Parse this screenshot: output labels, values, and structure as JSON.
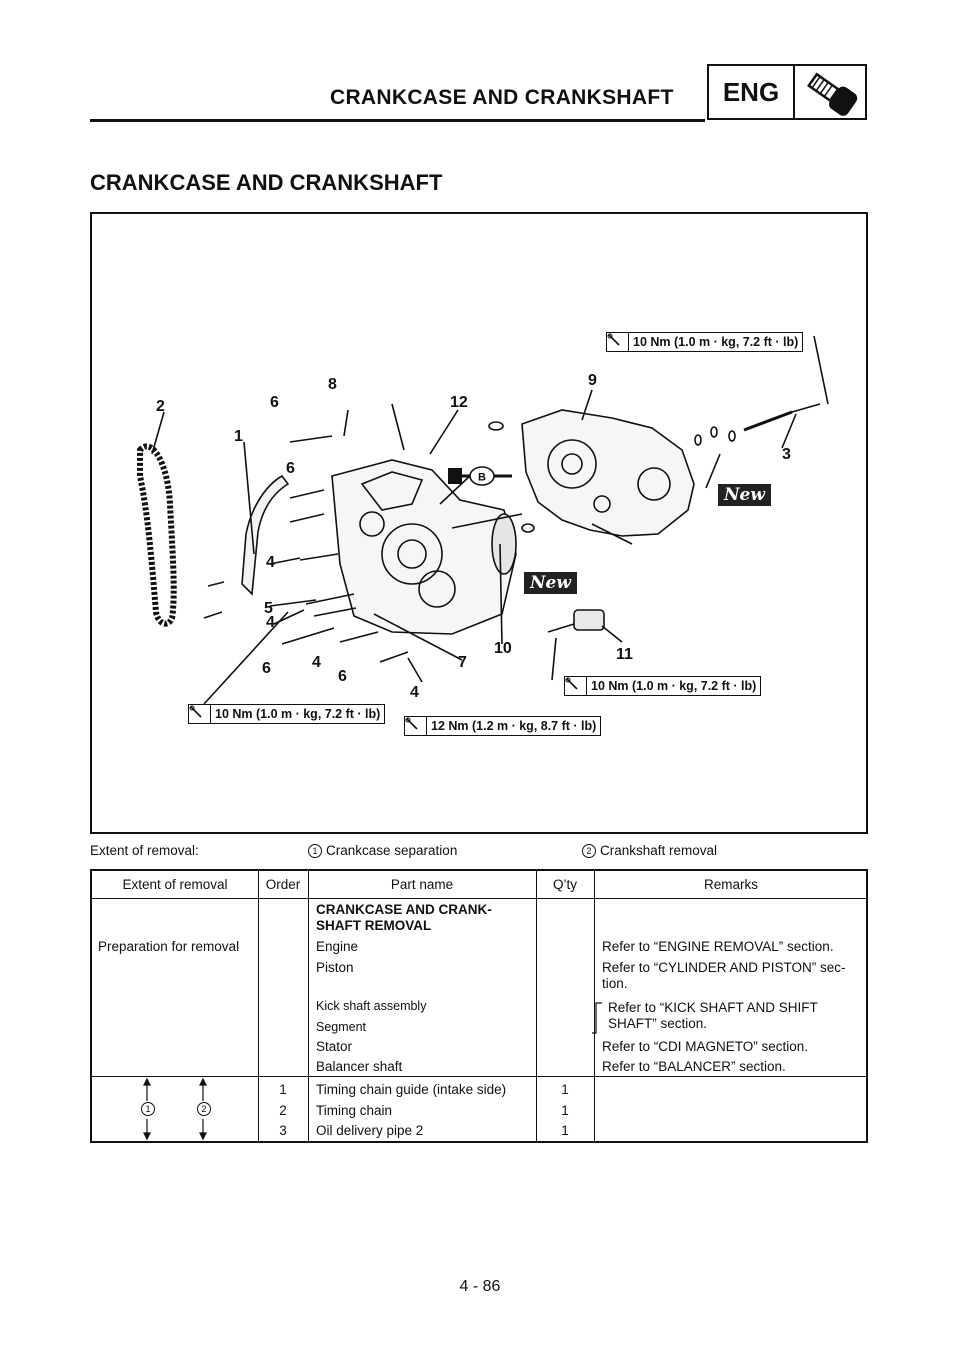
{
  "header": {
    "title": "CRANKCASE AND CRANKSHAFT",
    "eng_label": "ENG",
    "icon": "engine-wrench-icon"
  },
  "section_title": "CRANKCASE AND CRANKSHAFT",
  "figure": {
    "callouts": [
      "1",
      "2",
      "3",
      "4",
      "4",
      "4",
      "4",
      "5",
      "6",
      "6",
      "6",
      "6",
      "7",
      "8",
      "9",
      "10",
      "11",
      "12"
    ],
    "torque_specs": [
      "10 Nm (1.0 m · kg, 7.2 ft · lb)",
      "10 Nm (1.0 m · kg, 7.2 ft · lb)",
      "10 Nm (1.0 m · kg, 7.2 ft · lb)",
      "12 Nm (1.2 m · kg, 8.7 ft · lb)"
    ],
    "new_label": "New",
    "b_label": "B"
  },
  "extent": {
    "label": "Extent of removal:",
    "item1_num": "1",
    "item1": "Crankcase separation",
    "item2_num": "2",
    "item2": "Crankshaft removal"
  },
  "table": {
    "headers": [
      "Extent of removal",
      "Order",
      "Part name",
      "Q’ty",
      "Remarks"
    ],
    "section_heading_1": "CRANKCASE AND CRANK-",
    "section_heading_2": "SHAFT REMOVAL",
    "prep_label": "Preparation for removal",
    "prep_rows": [
      {
        "part": "Engine",
        "remark": "Refer to “ENGINE REMOVAL” section."
      },
      {
        "part": "Piston",
        "remark": "Refer to “CYLINDER AND PISTON” sec-",
        "remark2": "tion."
      },
      {
        "part": "Kick shaft assembly",
        "remark": "Refer to “KICK SHAFT AND SHIFT",
        "remark2": "SHAFT” section."
      },
      {
        "part": "Segment"
      },
      {
        "part": "Stator",
        "remark": "Refer to “CDI MAGNETO” section."
      },
      {
        "part": "Balancer shaft",
        "remark": "Refer to “BALANCER” section."
      }
    ],
    "extent_markers": [
      "1",
      "2"
    ],
    "rows": [
      {
        "order": "1",
        "part": "Timing chain guide (intake side)",
        "qty": "1"
      },
      {
        "order": "2",
        "part": "Timing chain",
        "qty": "1"
      },
      {
        "order": "3",
        "part": "Oil delivery pipe 2",
        "qty": "1"
      }
    ]
  },
  "page_number": "4 - 86"
}
